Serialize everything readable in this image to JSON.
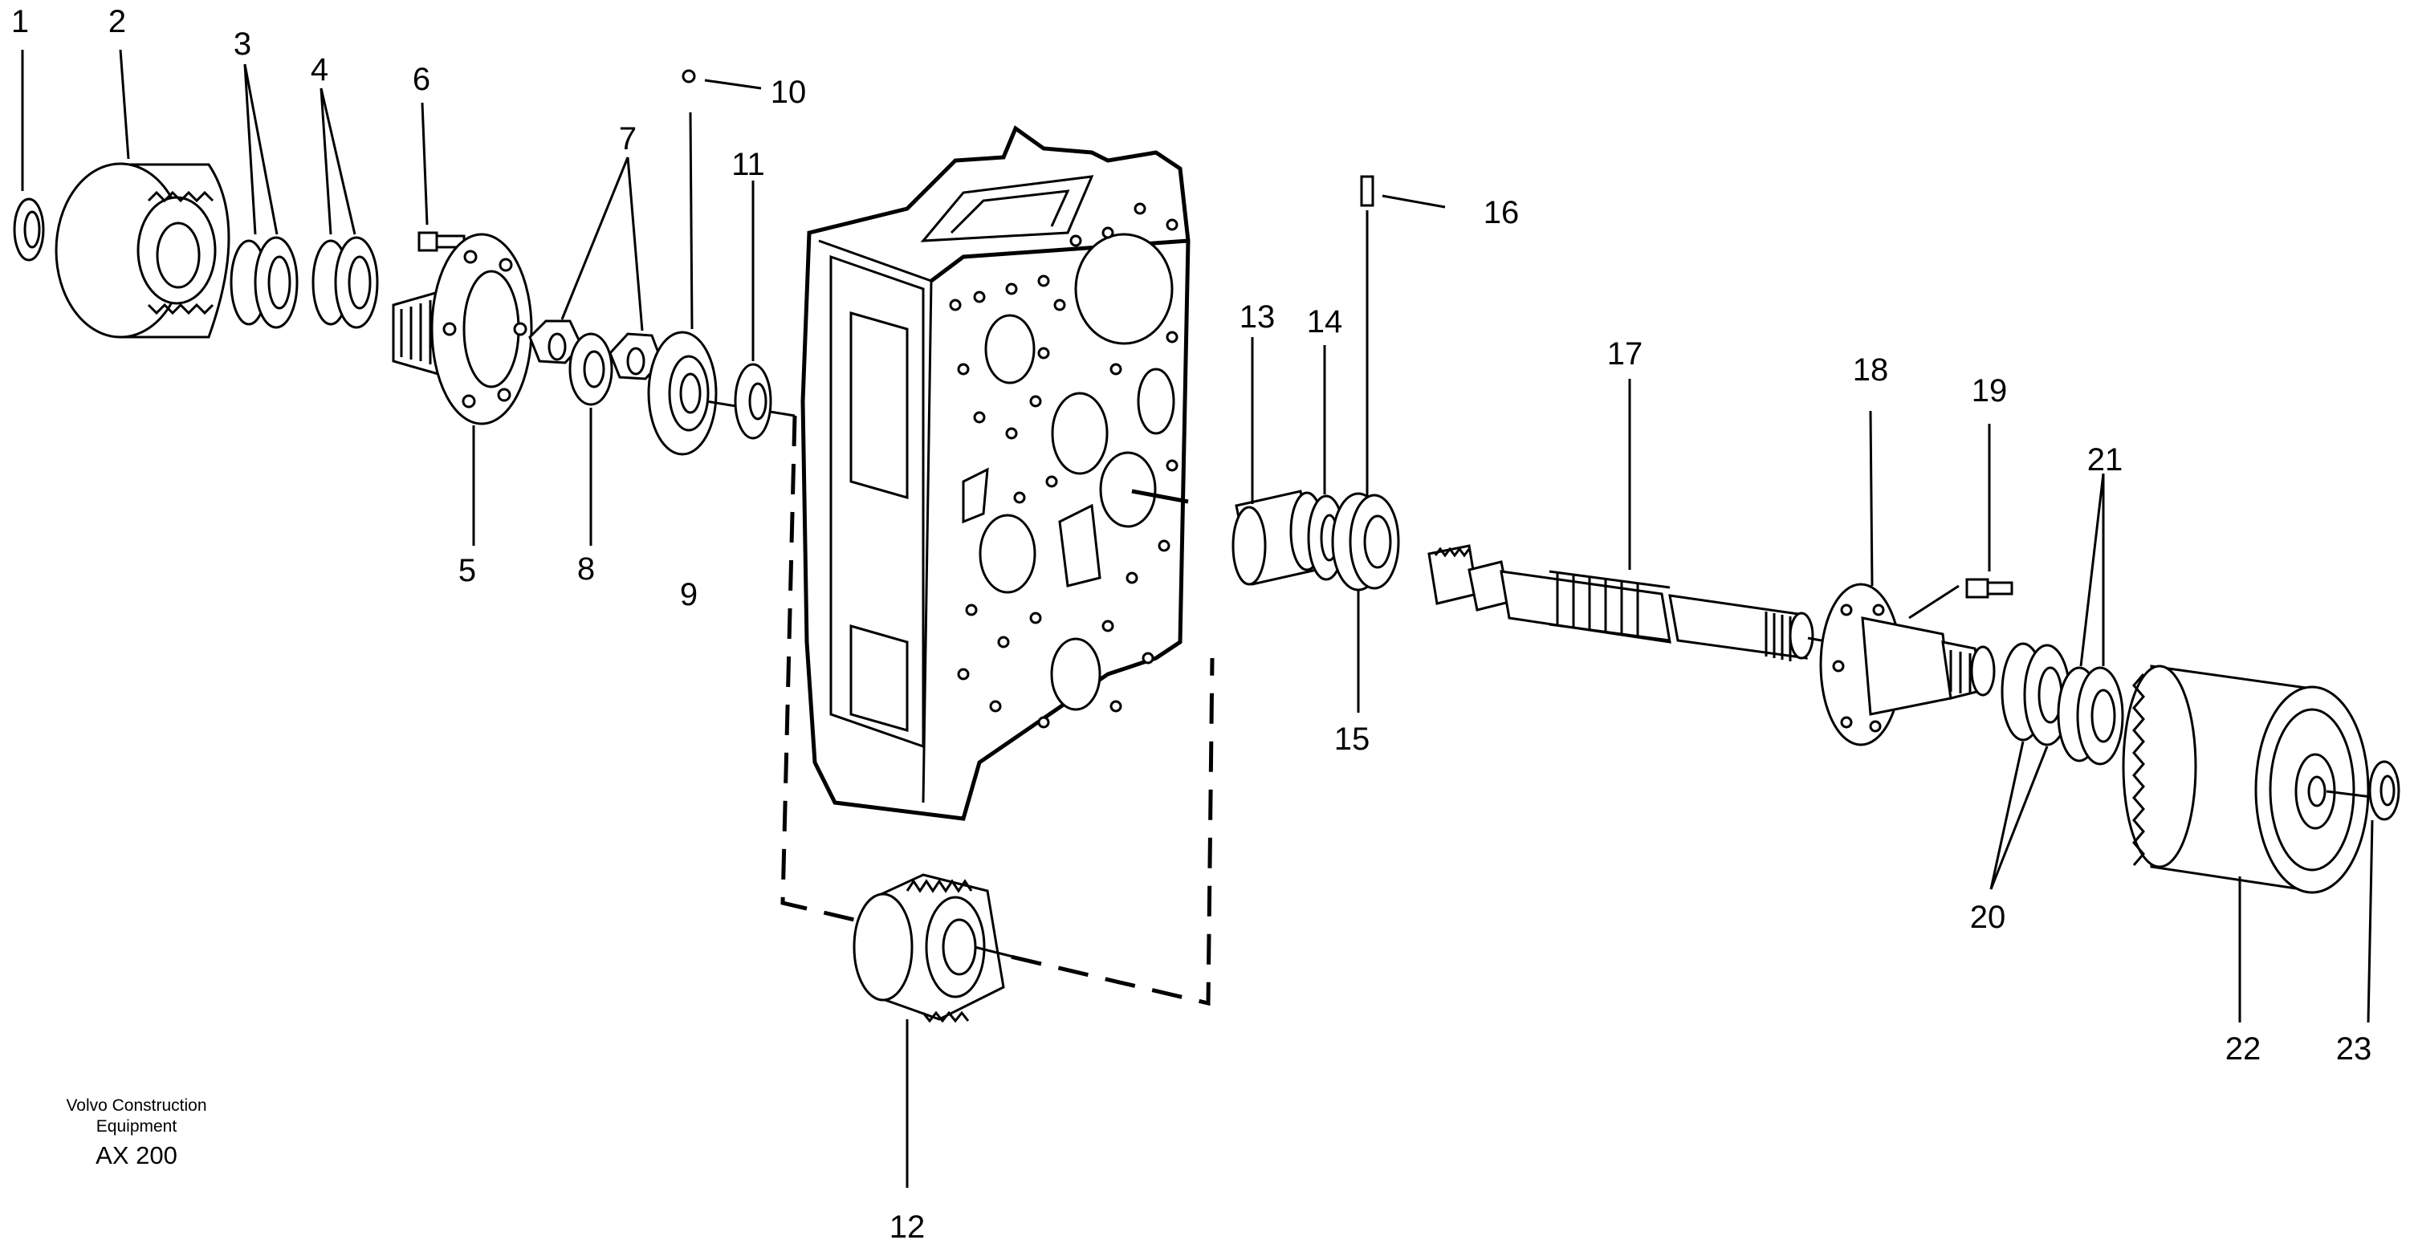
{
  "caption": {
    "line1": "Volvo Construction",
    "line2": "Equipment",
    "model": "AX 200"
  },
  "callouts": [
    "1",
    "2",
    "3",
    "4",
    "5",
    "6",
    "7",
    "8",
    "9",
    "10",
    "11",
    "12",
    "13",
    "14",
    "15",
    "16",
    "17",
    "18",
    "19",
    "20",
    "21",
    "22",
    "23"
  ]
}
